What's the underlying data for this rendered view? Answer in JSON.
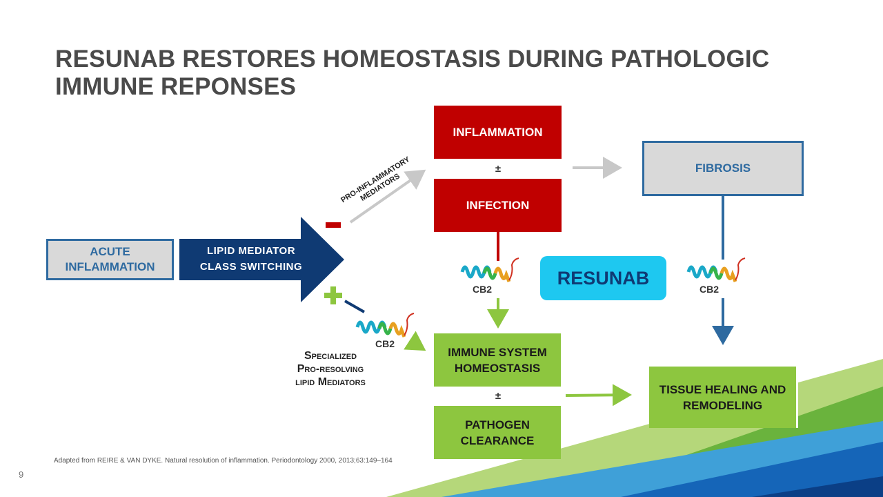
{
  "title": "RESUNAB RESTORES HOMEOSTASIS DURING PATHOLOGIC IMMUNE REPONSES",
  "nodes": {
    "acute_inflammation": "ACUTE INFLAMMATION",
    "lipid_mediator": "LIPID MEDIATOR CLASS SWITCHING",
    "inflammation": "INFLAMMATION",
    "plus_minus_1": "±",
    "infection": "INFECTION",
    "fibrosis": "FIBROSIS",
    "resunab": "RESUNAB",
    "immune_homeostasis": "IMMUNE SYSTEM HOMEOSTASIS",
    "plus_minus_2": "±",
    "pathogen_clearance": "PATHOGEN CLEARANCE",
    "tissue_healing": "TISSUE HEALING AND REMODELING"
  },
  "labels": {
    "pro_inflammatory": "PRO-INFLAMMATORY MEDIATORS",
    "minus_sign": "–",
    "plus_sign": "+",
    "cb2_left": "CB2",
    "cb2_center": "CB2",
    "cb2_right": "CB2",
    "spm_line1": "Specialized",
    "spm_line2": "Pro-resolving",
    "spm_line3": "lipid Mediators"
  },
  "citation": "Adapted from REIRE  & VAN DYKE. Natural resolution of inflammation. Periodontology 2000, 2013;63:149–164",
  "page_number": "9",
  "colors": {
    "red": "#c00000",
    "green": "#8dc63f",
    "navy": "#0f3a73",
    "blue": "#2e6aa0",
    "cyan": "#1ec8f0",
    "gray": "#d9d9d9"
  },
  "icons": [
    "cb2-receptor-protein-icon"
  ]
}
